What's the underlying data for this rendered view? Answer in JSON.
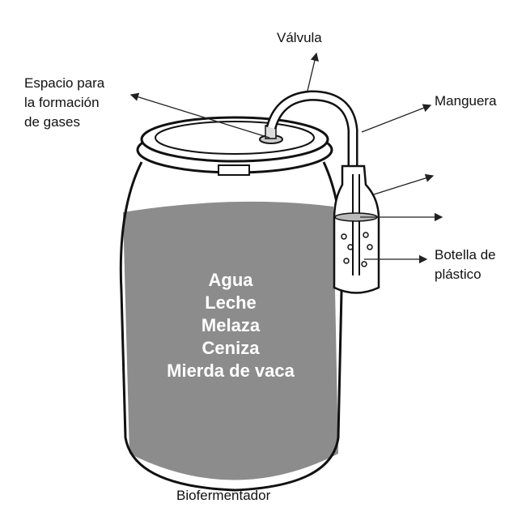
{
  "title": "Biofermentador",
  "labels": {
    "valve": "Válvula",
    "gas_space": [
      "Espacio para",
      "la formación",
      "de gases"
    ],
    "hose": "Manguera",
    "bottle": [
      "Botella de",
      "plástico"
    ]
  },
  "contents": [
    "Agua",
    "Leche",
    "Melaza",
    "Ceniza",
    "Mierda de vaca"
  ],
  "colors": {
    "liquid": "#8c8c8c",
    "line": "#111111"
  }
}
